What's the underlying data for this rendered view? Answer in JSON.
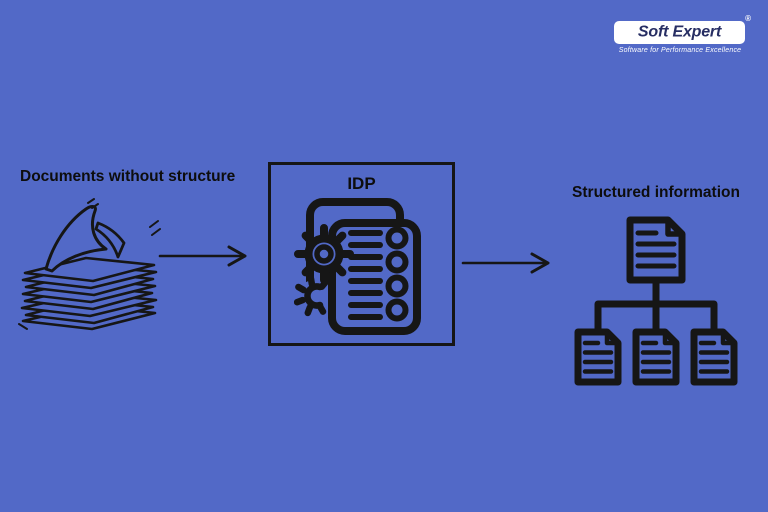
{
  "page": {
    "background": "#5269C7",
    "line_color": "#161616"
  },
  "logo": {
    "name": "Soft Expert",
    "registered_mark": "®",
    "tagline": "Software for Performance Excellence",
    "pill_color": "#FFFFFF",
    "wordmark_color": "#272E63"
  },
  "diagram": {
    "source": {
      "label": "Documents without structure",
      "icon": "paper-stack-icon"
    },
    "process": {
      "label": "IDP",
      "icon": "document-processing-gears-icon"
    },
    "result": {
      "label": "Structured information",
      "icon": "document-hierarchy-icon"
    },
    "connectors": [
      {
        "from": "source",
        "to": "process",
        "type": "right-arrow"
      },
      {
        "from": "process",
        "to": "result",
        "type": "right-arrow"
      }
    ]
  }
}
